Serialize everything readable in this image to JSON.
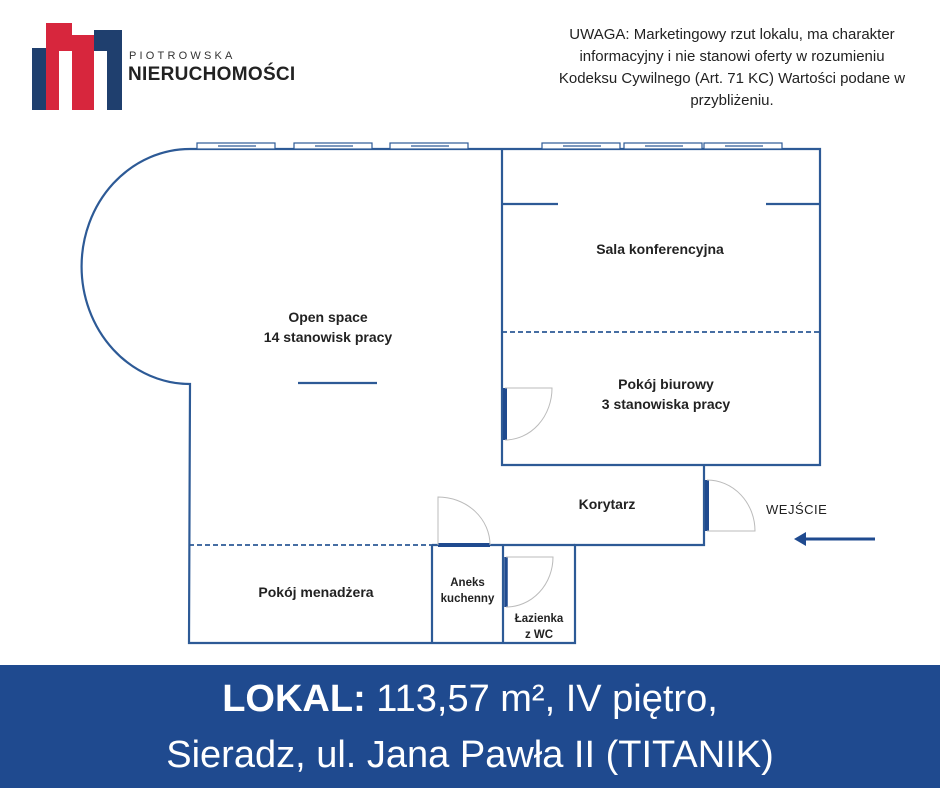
{
  "brand": {
    "top": "PIOTROWSKA",
    "main": "NIERUCHOMOŚCI",
    "colors": {
      "blue": "#1f3f6e",
      "red": "#d7263d"
    }
  },
  "disclaimer": "UWAGA: Marketingowy rzut lokalu, ma charakter informacyjny i nie stanowi oferty w rozumieniu Kodeksu Cywilnego (Art. 71 KC) Wartości podane w przybliżeniu.",
  "rooms": {
    "open_space": {
      "name": "Open space",
      "sub": "14 stanowisk pracy"
    },
    "conference": {
      "name": "Sala konferencyjna"
    },
    "office": {
      "name": "Pokój biurowy",
      "sub": "3 stanowiska pracy"
    },
    "corridor": {
      "name": "Korytarz"
    },
    "manager": {
      "name": "Pokój menadżera"
    },
    "kitchen": {
      "name": "Aneks",
      "sub": "kuchenny"
    },
    "bathroom": {
      "name": "Łazienka",
      "sub": "z WC"
    }
  },
  "entrance": "WEJŚCIE",
  "footer": {
    "label": "LOKAL:",
    "line1_rest": " 113,57 m², IV piętro,",
    "line2": "Sieradz, ul. Jana Pawła II (TITANIK)"
  },
  "colors": {
    "wall": "#2d5a96",
    "footer_bg": "#1f4a8f"
  }
}
